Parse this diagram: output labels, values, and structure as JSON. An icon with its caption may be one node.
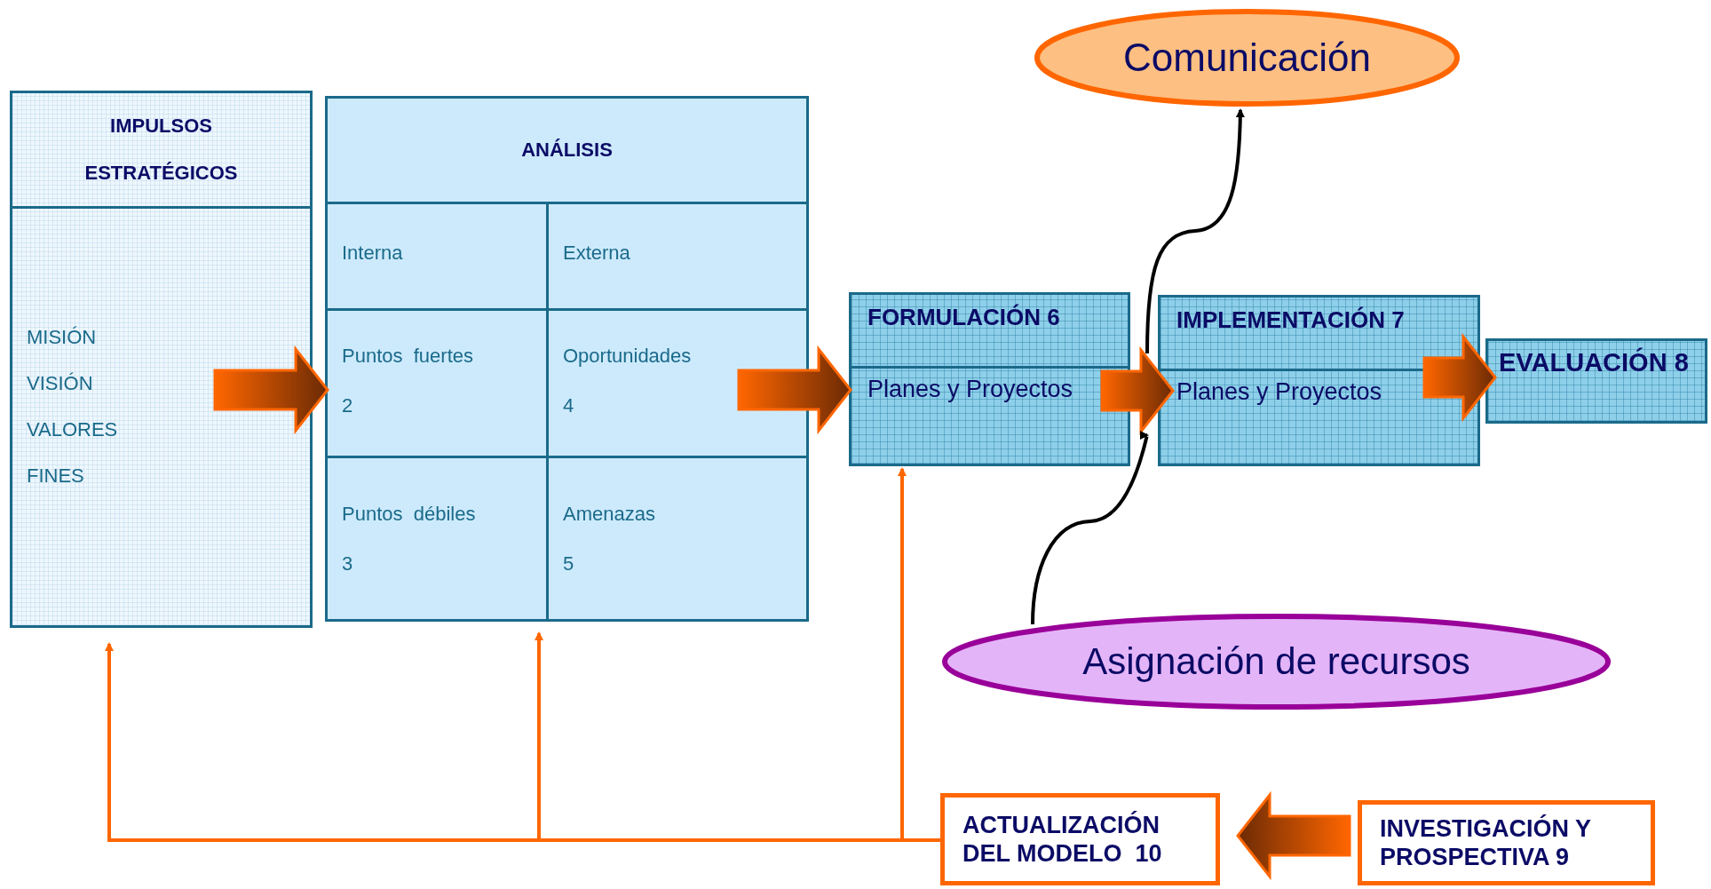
{
  "diagram": {
    "nodes": [
      {
        "text": [
          "IMPULSOS ESTRATÉGICOS",
          "MISIÓN",
          "VISIÓN",
          "VALORES",
          "FINES"
        ]
      },
      {
        "text": [
          "ANÁLISIS"
        ]
      },
      {
        "text": [
          "Interna"
        ],
        "in": 1
      },
      {
        "text": [
          "Externa"
        ],
        "in": 1
      },
      {
        "text": [
          "Puntos  fuertes",
          "2"
        ],
        "in": 1
      },
      {
        "text": [
          "Oportunidades",
          "4"
        ],
        "in": 1
      },
      {
        "text": [
          "Puntos  débiles",
          "3"
        ],
        "in": 1
      },
      {
        "text": [
          "Amenazas",
          "5"
        ],
        "in": 1
      },
      {
        "text": [
          "Comunicación"
        ]
      },
      {
        "text": [
          "FORMULACIÓN 6",
          "Planes y Proyectos"
        ]
      },
      {
        "text": [
          "IMPLEMENTACIÓN 7",
          "Planes y Proyectos"
        ]
      },
      {
        "text": [
          "EVALUACIÓN 8"
        ]
      },
      {
        "text": [
          "Asignación de recursos"
        ]
      },
      {
        "text": [
          "ACTUALIZACIÓN DEL MODELO  10"
        ]
      },
      {
        "text": [
          "INVESTIGACIÓN Y PROSPECTIVA 9"
        ]
      }
    ],
    "edges": [
      {
        "from": 0,
        "to": 1,
        "arrow": "to",
        "style": "thick",
        "color": "#ff6600"
      },
      {
        "from": 1,
        "to": 9,
        "arrow": "to",
        "style": "thick",
        "color": "#ff6600"
      },
      {
        "from": 9,
        "to": 10,
        "arrow": "to",
        "style": "thick",
        "color": "#ff6600"
      },
      {
        "from": 10,
        "to": 11,
        "arrow": "to",
        "style": "thick",
        "color": "#ff6600"
      },
      {
        "from": 14,
        "to": 13,
        "arrow": "to",
        "style": "thick",
        "color": "#ff6600"
      },
      {
        "from": 10,
        "to": 8,
        "arrow": "to",
        "color": "#000000"
      },
      {
        "from": 12,
        "to": 10,
        "arrow": "to",
        "color": "#000000"
      },
      {
        "from": 13,
        "to": 0,
        "arrow": "to",
        "color": "#ff6600"
      },
      {
        "from": 13,
        "to": 1,
        "arrow": "to",
        "color": "#ff6600"
      },
      {
        "from": 13,
        "to": 9,
        "arrow": "to",
        "color": "#ff6600"
      }
    ]
  }
}
